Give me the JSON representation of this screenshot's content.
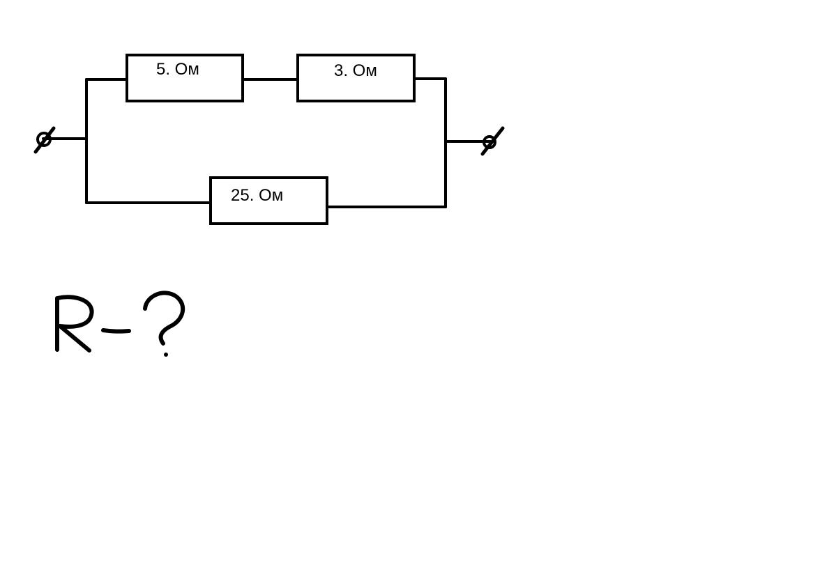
{
  "diagram": {
    "resistors": [
      {
        "label": "5. Ом"
      },
      {
        "label": "3. Ом"
      },
      {
        "label": "25. Ом"
      }
    ],
    "question": "R-?",
    "colors": {
      "stroke": "#000000",
      "background": "#ffffff"
    }
  }
}
